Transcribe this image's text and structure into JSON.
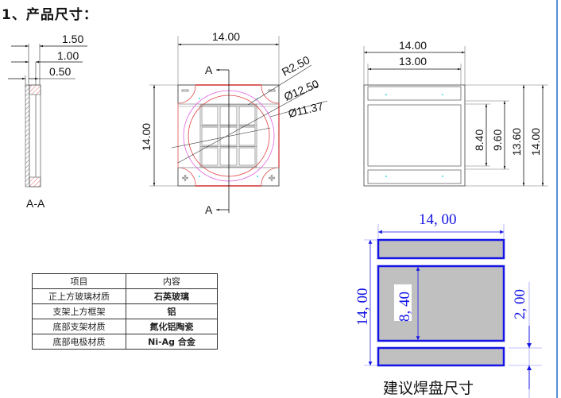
{
  "section": {
    "title": "1、产品尺寸："
  },
  "colors": {
    "outline": "#333333",
    "red": "#e03030",
    "magenta": "#e040e0",
    "cyan": "#00c8e0",
    "pad_blue": "#1414e6",
    "pad_fill": "#c0c0c0",
    "border_blue": "#5b8fd6"
  },
  "section_view": {
    "label": "A-A",
    "dims": [
      "1.50",
      "1.00",
      "0.50"
    ]
  },
  "top_view": {
    "width_dim": "14.00",
    "height_dim": "14.00",
    "radius_dim": "R2.50",
    "outer_circle_dim": "Ø12.50",
    "inner_circle_dim": "Ø11.37",
    "section_marker_top": "A",
    "section_marker_bottom": "A"
  },
  "bottom_view": {
    "outer_width_dim": "14.00",
    "inner_width_dim": "13.00",
    "vertical_dims": [
      "8.40",
      "9.60",
      "13.60",
      "14.00"
    ]
  },
  "materials_table": {
    "headers": [
      "项目",
      "内容"
    ],
    "rows": [
      [
        "正上方玻璃材质",
        "石英玻璃"
      ],
      [
        "支架上方框架",
        "铝"
      ],
      [
        "底部支架材质",
        "氮化铝陶瓷"
      ],
      [
        "底部电极材质",
        "Ni-Ag 合金"
      ]
    ]
  },
  "pad_layout": {
    "width_dim": "14, 00",
    "height_dim": "14, 00",
    "center_pad_dim": "8, 40",
    "gap_dim": "2, 00",
    "caption": "建议焊盘尺寸"
  }
}
